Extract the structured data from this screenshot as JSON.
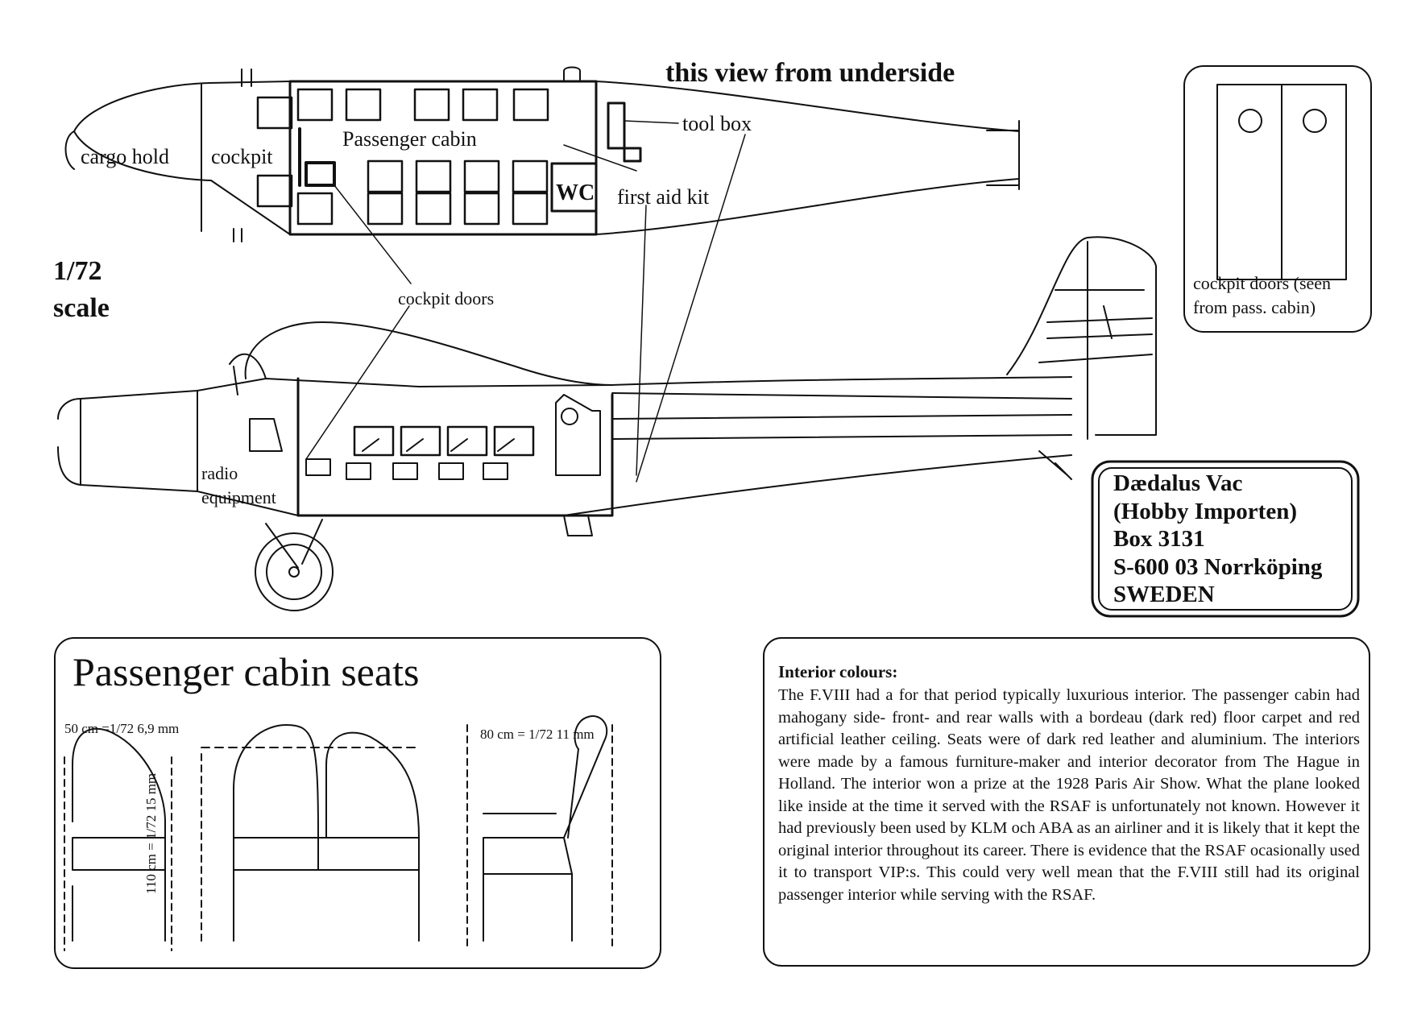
{
  "header": {
    "view_note": "this view from underside",
    "scale_line1": "1/72",
    "scale_line2": "scale"
  },
  "plan_view": {
    "labels": {
      "cargo_hold": "cargo hold",
      "cockpit": "cockpit",
      "passenger_cabin": "Passenger cabin",
      "wc": "WC",
      "tool_box": "tool box",
      "first_aid_kit": "first aid kit",
      "cockpit_doors": "cockpit doors"
    }
  },
  "side_view": {
    "labels": {
      "radio_line1": "radio",
      "radio_line2": "equipment"
    }
  },
  "cockpit_doors_inset": {
    "caption_line1": "cockpit doors (seen",
    "caption_line2": "from pass. cabin)"
  },
  "address": {
    "lines": [
      "Dædalus Vac",
      "(Hobby Importen)",
      "Box 3131",
      "S-600 03 Norrköping",
      "SWEDEN"
    ]
  },
  "seats_panel": {
    "title": "Passenger  cabin seats",
    "dim_width_single": "50 cm =1/72 6,9 mm",
    "dim_height": "110 cm = 1/72 15 mm",
    "dim_depth": "80 cm = 1/72 11 mm"
  },
  "colours_panel": {
    "heading": "Interior colours:",
    "body": "The F.VIII had a for that period typically luxurious interior. The passenger cabin had mahogany side- front- and rear walls with a bordeau (dark red) floor carpet and red artificial leather ceiling. Seats were of dark red leather and aluminium. The interiors were made by a famous furniture-maker and interior decorator from The Hague in Holland. The interior won a prize at the 1928 Paris Air Show. What the plane looked like inside at the time it served with the RSAF is unfortunately not known. However it had previously been used by KLM och ABA as an airliner and it is likely that it kept the original interior throughout its career. There is evidence that the RSAF ocasionally used it to transport VIP:s. This could very well mean that the F.VIII still had its original passenger interior while serving with the RSAF."
  }
}
